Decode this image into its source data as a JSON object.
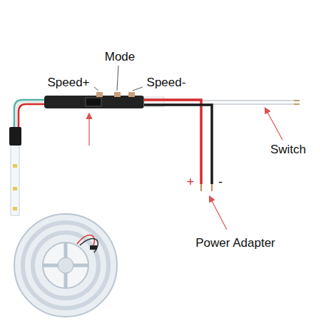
{
  "diagram": {
    "labels": [
      "Speed+",
      "Mode",
      "Speed-",
      "Switch",
      "+",
      "-",
      "Power Adapter"
    ]
  }
}
